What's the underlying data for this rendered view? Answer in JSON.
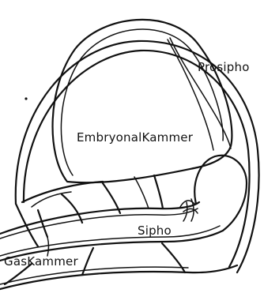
{
  "diagram": {
    "labels": {
      "prosipho": "Prosipho",
      "embryonalkammer": "EmbryonalKammer",
      "sipho": "Sipho",
      "gaskammer": "GasKammer"
    }
  }
}
